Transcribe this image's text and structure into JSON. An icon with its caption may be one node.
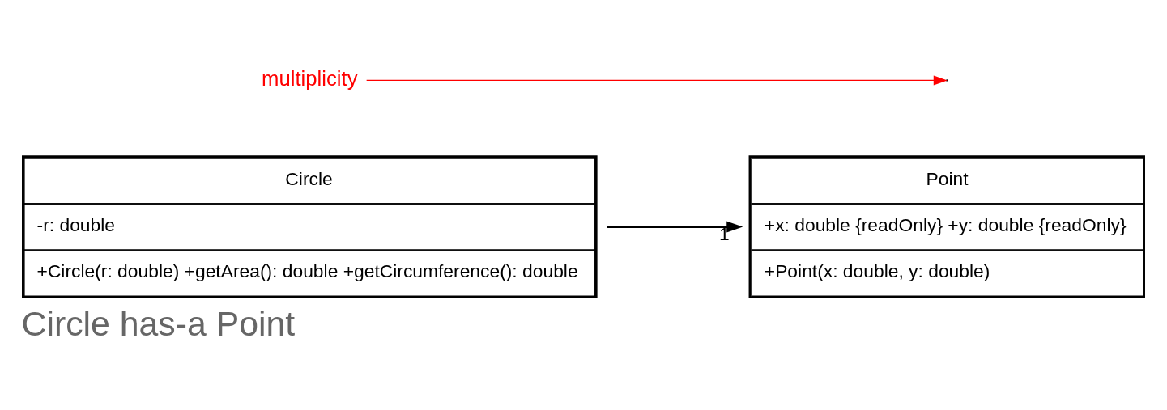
{
  "diagram": {
    "caption": "Circle has-a Point",
    "nodes": [
      {
        "text": [
          "Circle",
          "-r: double",
          "+Circle(r: double) +getArea(): double +getCircumference(): double"
        ]
      },
      {
        "text": [
          "Point",
          "+x: double {readOnly} +y: double {readOnly}",
          "+Point(x: double, y: double)"
        ]
      },
      {
        "text": [
          "multiplicity"
        ]
      }
    ],
    "edges": [
      {
        "from": 0,
        "to": 1,
        "arrow": "to",
        "label": "1"
      },
      {
        "from": 2,
        "to": null,
        "arrow": "to",
        "color": "#ff0000"
      }
    ]
  }
}
